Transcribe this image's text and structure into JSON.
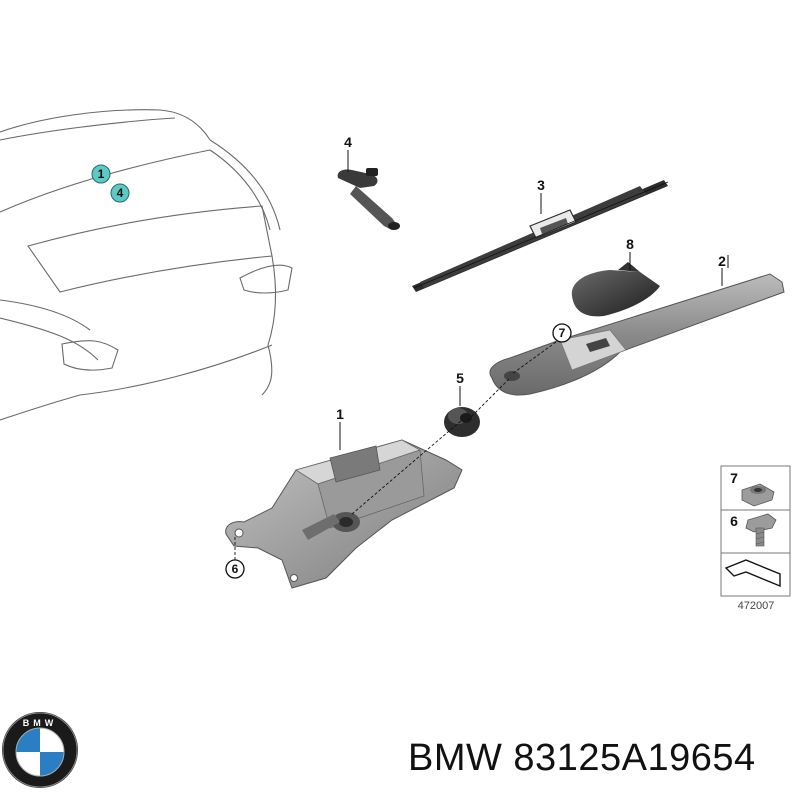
{
  "diagram": {
    "callouts": {
      "wiper_motor": "1",
      "wiper_arm": "2",
      "wiper_blade": "3",
      "washer_nozzle": "4",
      "grommet": "5",
      "bolt": "6",
      "nut": "7",
      "arm_cover": "8"
    },
    "car_markers": [
      "1",
      "4"
    ],
    "legend": {
      "rows": [
        "7",
        "6"
      ],
      "reference": "472007"
    },
    "colors": {
      "marker_teal": "#5fc8c4",
      "part_gray": "#8e8e8e",
      "blade_dark": "#2c2c2c"
    }
  },
  "footer": {
    "brand_logo": "BMW",
    "label": "BMW 83125A19654"
  }
}
